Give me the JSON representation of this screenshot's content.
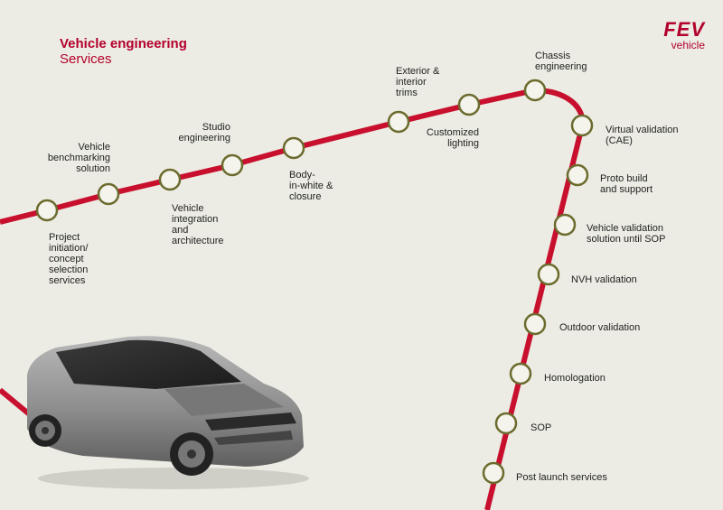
{
  "header": {
    "title": "Vehicle engineering",
    "subtitle": "Services"
  },
  "logo": {
    "mark": "FEV",
    "text": "vehicle"
  },
  "colors": {
    "line": "#c8102e",
    "node_border": "#6b6b2e",
    "node_fill": "#f4f4ec",
    "text_accent": "#b3002d"
  },
  "stations": [
    {
      "id": "project-initiation",
      "label": "Project\ninitiation/\nconcept\nselection\nservices"
    },
    {
      "id": "vehicle-benchmarking",
      "label": "Vehicle\nbenchmarking\nsolution"
    },
    {
      "id": "vehicle-integration",
      "label": "Vehicle\nintegration\nand\narchitecture"
    },
    {
      "id": "studio-engineering",
      "label": "Studio\nengineering"
    },
    {
      "id": "body-in-white",
      "label": "Body-\nin-white &\nclosure"
    },
    {
      "id": "exterior-interior-trims",
      "label": "Exterior &\ninterior\ntrims"
    },
    {
      "id": "customized-lighting",
      "label": "Customized\nlighting"
    },
    {
      "id": "chassis-engineering",
      "label": "Chassis\nengineering"
    },
    {
      "id": "virtual-validation",
      "label": "Virtual validation\n(CAE)"
    },
    {
      "id": "proto-build",
      "label": "Proto build\nand support"
    },
    {
      "id": "vehicle-validation-sop",
      "label": "Vehicle validation\nsolution until SOP"
    },
    {
      "id": "nvh-validation",
      "label": "NVH validation"
    },
    {
      "id": "outdoor-validation",
      "label": "Outdoor validation"
    },
    {
      "id": "homologation",
      "label": "Homologation"
    },
    {
      "id": "sop",
      "label": "SOP"
    },
    {
      "id": "post-launch",
      "label": "Post launch services"
    }
  ]
}
